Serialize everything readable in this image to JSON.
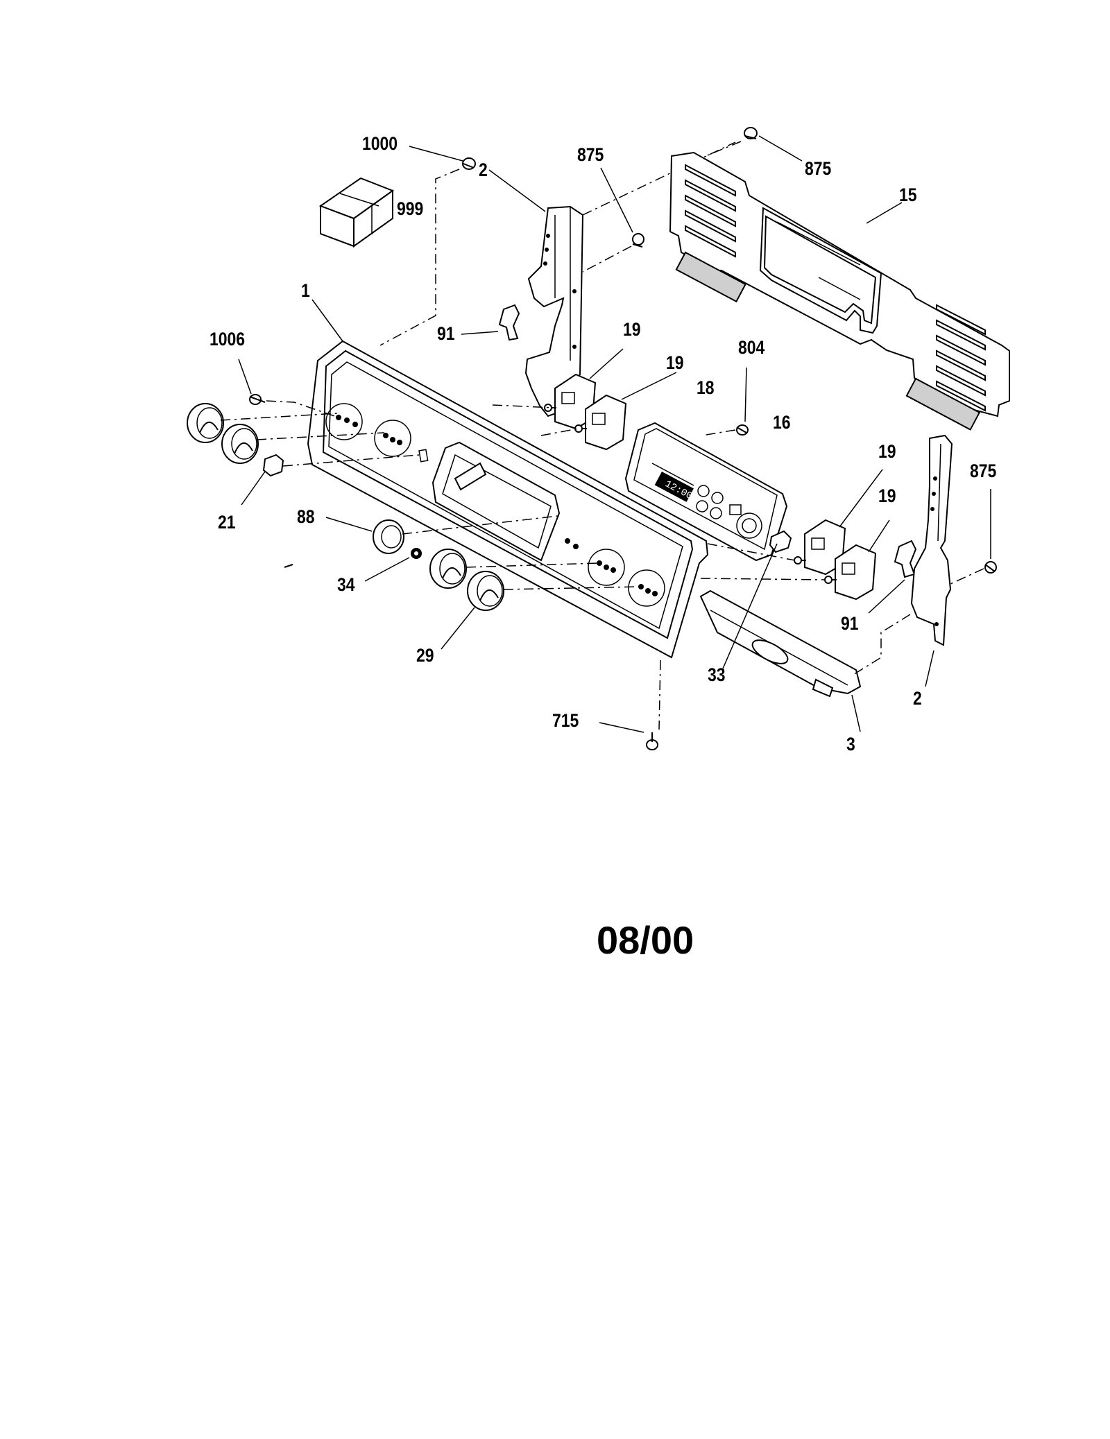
{
  "diagram": {
    "callouts": {
      "c_1000": "1000",
      "c_999": "999",
      "c_2_top": "2",
      "c_875_a": "875",
      "c_875_b": "875",
      "c_15": "15",
      "c_1": "1",
      "c_91_top": "91",
      "c_19_a": "19",
      "c_19_b": "19",
      "c_804": "804",
      "c_1006": "1006",
      "c_18": "18",
      "c_16": "16",
      "c_875_c": "875",
      "c_19_c": "19",
      "c_19_d": "19",
      "c_21": "21",
      "c_88": "88",
      "c_34": "34",
      "c_91_bot": "91",
      "c_33": "33",
      "c_29": "29",
      "c_2_bot": "2",
      "c_715": "715",
      "c_3": "3"
    },
    "date_code": "08/00",
    "display_readout": "12:00"
  }
}
